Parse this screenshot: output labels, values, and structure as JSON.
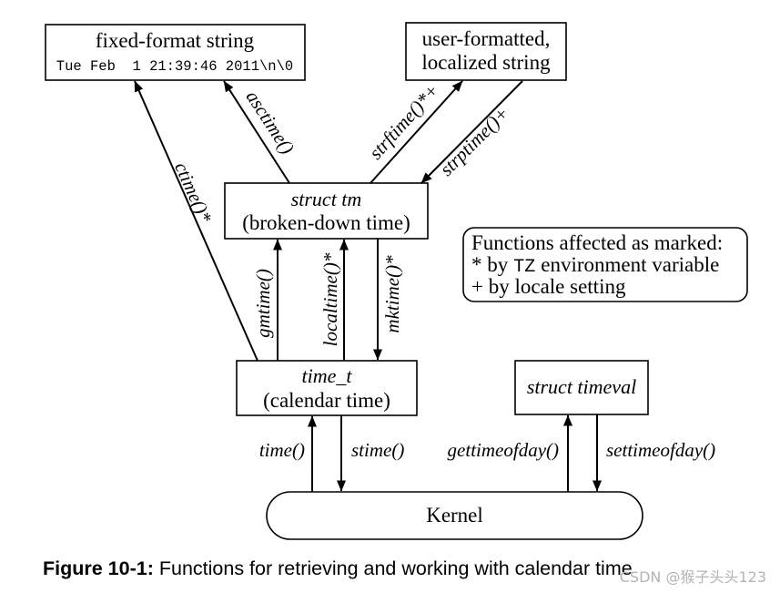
{
  "diagram": {
    "fixed_format_box": {
      "title": "fixed-format string",
      "example": "Tue Feb  1 21:39:46 2011\\n\\0"
    },
    "user_formatted_box": {
      "line1": "user-formatted,",
      "line2": "localized string"
    },
    "struct_tm_box": {
      "name": "struct tm",
      "description": "(broken-down time)"
    },
    "time_t_box": {
      "name": "time_t",
      "description": "(calendar time)"
    },
    "struct_timeval_box": {
      "name": "struct timeval"
    },
    "kernel_box": {
      "name": "Kernel"
    },
    "functions": {
      "ctime": "ctime()*",
      "asctime": "asctime()",
      "strftime": "strftime()*+",
      "strptime": "strptime()+",
      "gmtime": "gmtime()",
      "localtime": "localtime()*",
      "mktime": "mktime()*",
      "time": "time()",
      "stime": "stime()",
      "gettimeofday": "gettimeofday()",
      "settimeofday": "settimeofday()"
    }
  },
  "legend": {
    "title": "Functions affected as marked:",
    "asterisk_line": {
      "before": "* by",
      "code": "TZ",
      "after": "environment variable"
    },
    "plus_line": "+ by locale setting"
  },
  "caption": {
    "label": "Figure 10-1:",
    "text": "Functions for retrieving and working with calendar time"
  },
  "watermark": "CSDN @猴子头头123"
}
